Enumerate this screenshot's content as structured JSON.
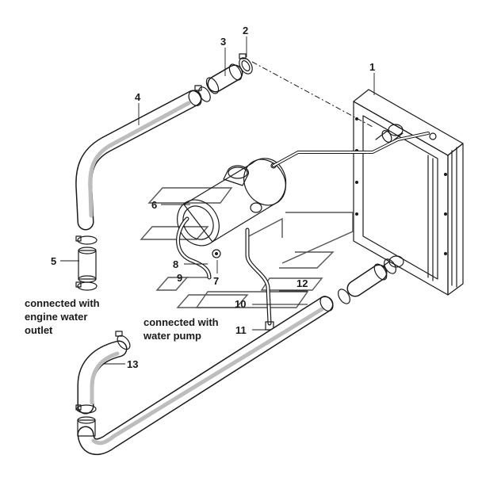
{
  "diagram": {
    "callouts": [
      {
        "id": "1",
        "label": "1"
      },
      {
        "id": "2",
        "label": "2"
      },
      {
        "id": "3",
        "label": "3"
      },
      {
        "id": "4",
        "label": "4"
      },
      {
        "id": "5",
        "label": "5"
      },
      {
        "id": "6",
        "label": "6"
      },
      {
        "id": "7",
        "label": "7"
      },
      {
        "id": "8",
        "label": "8"
      },
      {
        "id": "9",
        "label": "9"
      },
      {
        "id": "10",
        "label": "10"
      },
      {
        "id": "11",
        "label": "11"
      },
      {
        "id": "12",
        "label": "12"
      },
      {
        "id": "13",
        "label": "13"
      }
    ],
    "notes": {
      "engine_outlet": [
        "connected with",
        "engine water",
        "outlet"
      ],
      "water_pump": [
        "connected with",
        "water pump"
      ]
    }
  }
}
